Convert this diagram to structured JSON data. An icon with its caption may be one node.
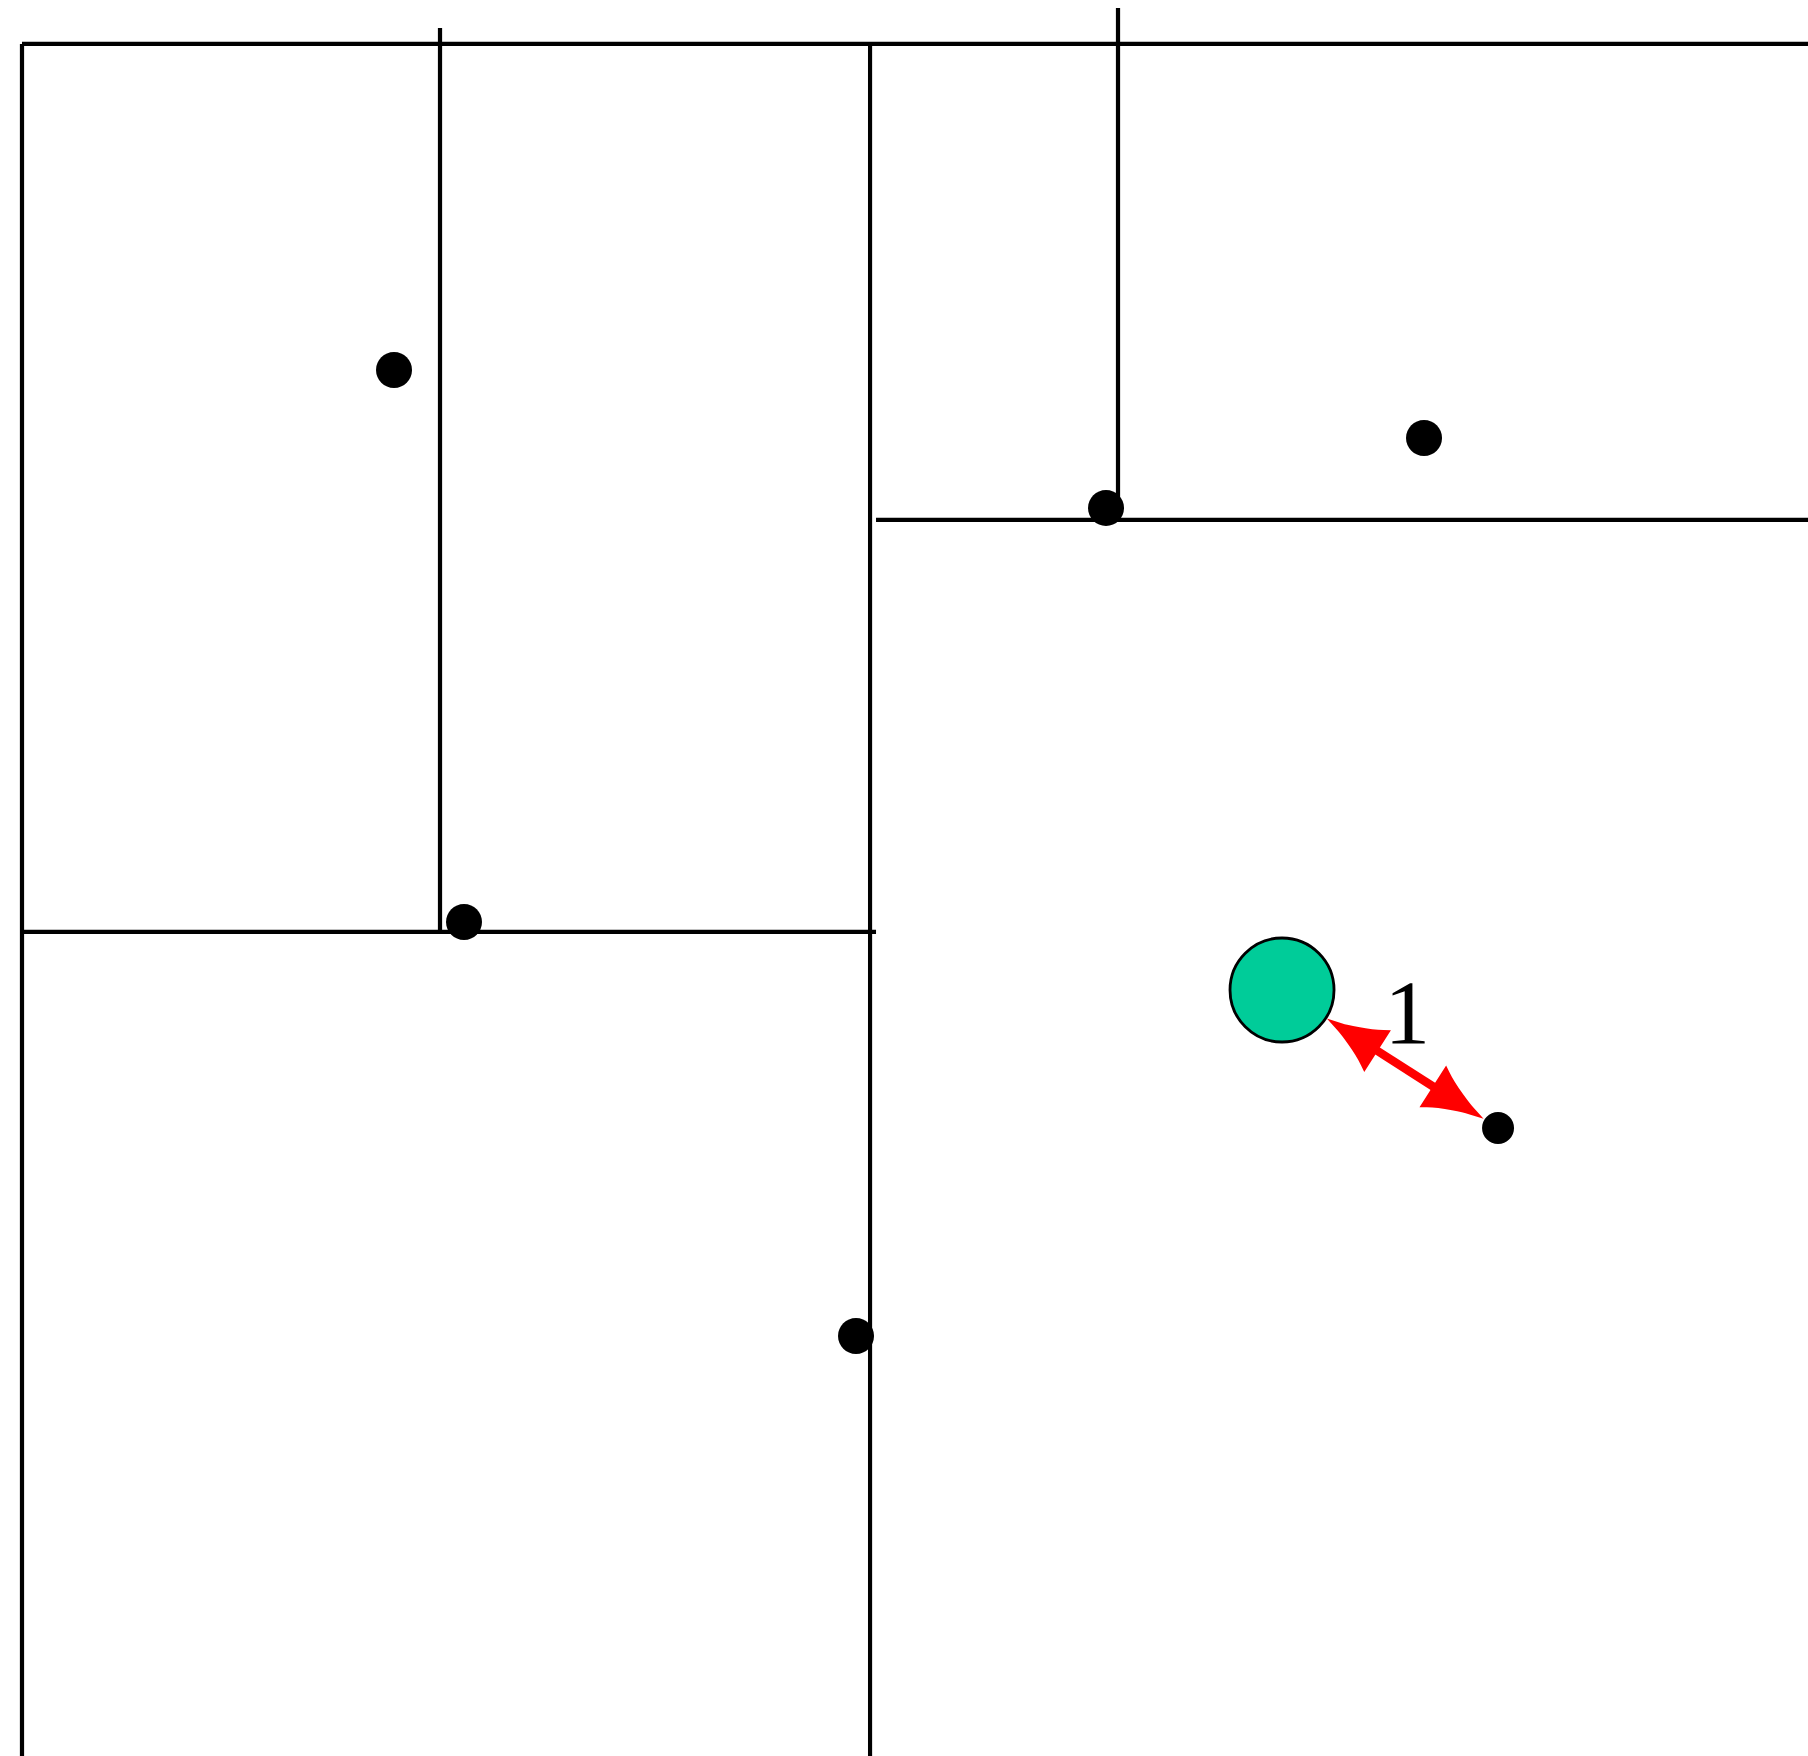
{
  "diagram": {
    "nodes": [
      {
        "text": [],
        "shape": "circle"
      },
      {
        "text": [],
        "shape": "circle"
      },
      {
        "text": [],
        "shape": "circle"
      },
      {
        "text": [],
        "shape": "circle"
      },
      {
        "text": [],
        "shape": "circle"
      },
      {
        "text": [],
        "shape": "circle"
      },
      {
        "text": [],
        "shape": "circle"
      }
    ],
    "edges": [
      {
        "from": 4,
        "to": 5,
        "arrow": "both",
        "label": "1",
        "color": "#ff0000"
      }
    ]
  }
}
